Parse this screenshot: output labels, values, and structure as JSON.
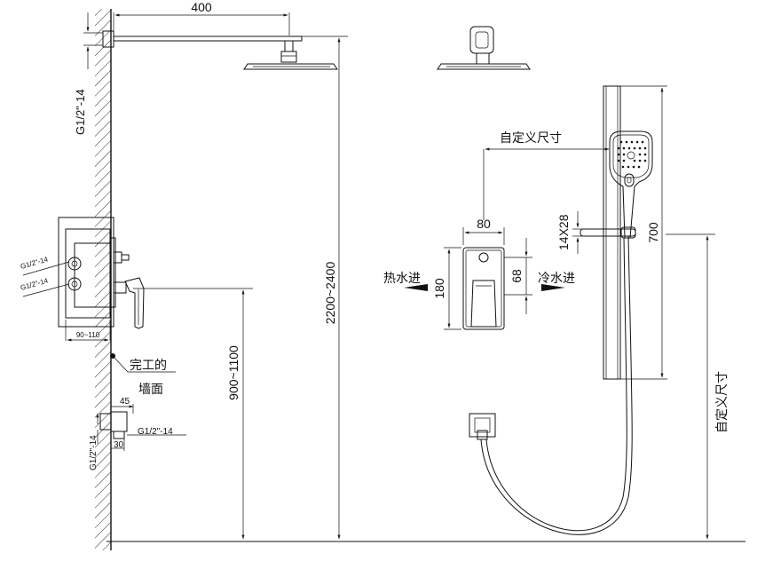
{
  "labels": {
    "arm_length": "400",
    "top_thread": "G1/2\"-14",
    "valve_thread_upper": "G1/2\"-14",
    "valve_thread_lower": "G1/2\"-14",
    "wall_depth": "90~110",
    "finished_wall_line1": "完工的",
    "finished_wall_line2": "墙面",
    "valve_height": "900~1100",
    "shower_height": "2200~2400",
    "outlet_depth": "45",
    "outlet_offset": "30",
    "outlet_thread_side": "G1/2\"-14",
    "outlet_thread_vertical": "G1/2\"-14",
    "custom_size_top": "自定义尺寸",
    "custom_size_right": "自定义尺寸",
    "plate_width": "80",
    "plate_height": "180",
    "hot_water": "热水进",
    "cold_water": "冷水进",
    "handle_gap": "68",
    "holder_size": "14X28",
    "rail_length": "700"
  }
}
